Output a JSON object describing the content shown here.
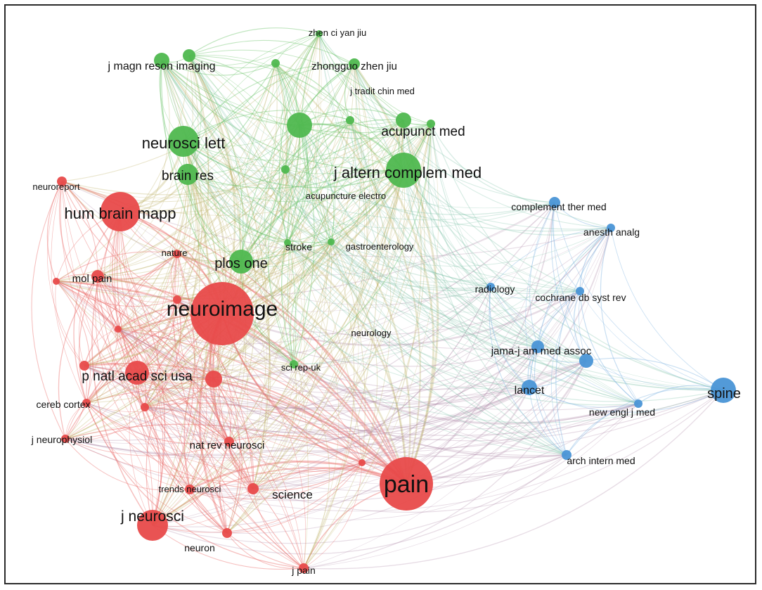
{
  "clusters": {
    "red": {
      "color": "#e84a4a",
      "edge": "#ea6a66"
    },
    "green": {
      "color": "#4fb84f",
      "edge": "#6cc46a"
    },
    "blue": {
      "color": "#4a95d6",
      "edge": "#7ab1e0"
    }
  },
  "nodes": [
    {
      "id": "neuroimage",
      "label": "neuroimage",
      "cluster": "red"
    },
    {
      "id": "pain",
      "label": "pain",
      "cluster": "red"
    },
    {
      "id": "hum_brain_mapp",
      "label": "hum brain mapp",
      "cluster": "red"
    },
    {
      "id": "p_natl_acad_sci_usa",
      "label": "p natl acad sci usa",
      "cluster": "red"
    },
    {
      "id": "j_neurosci",
      "label": "j neurosci",
      "cluster": "red"
    },
    {
      "id": "mol_pain",
      "label": "mol pain",
      "cluster": "red"
    },
    {
      "id": "neuroreport",
      "label": "neuroreport",
      "cluster": "red"
    },
    {
      "id": "nature",
      "label": "nature",
      "cluster": "red"
    },
    {
      "id": "cereb_cortex",
      "label": "cereb cortex",
      "cluster": "red"
    },
    {
      "id": "j_neurophysiol",
      "label": "j neurophysiol",
      "cluster": "red"
    },
    {
      "id": "nat_rev_neurosci",
      "label": "nat rev neurosci",
      "cluster": "red"
    },
    {
      "id": "trends_neurosci",
      "label": "trends neurosci",
      "cluster": "red"
    },
    {
      "id": "science",
      "label": "science",
      "cluster": "red"
    },
    {
      "id": "neuron",
      "label": "neuron",
      "cluster": "red"
    },
    {
      "id": "j_pain",
      "label": "j pain",
      "cluster": "red"
    },
    {
      "id": "neurology",
      "label": "neurology",
      "cluster": "red"
    },
    {
      "id": "r_extra1",
      "label": "",
      "cluster": "red"
    },
    {
      "id": "r_extra2",
      "label": "",
      "cluster": "red"
    },
    {
      "id": "r_extra3",
      "label": "",
      "cluster": "red"
    },
    {
      "id": "r_extra4",
      "label": "",
      "cluster": "red"
    },
    {
      "id": "r_extra5",
      "label": "",
      "cluster": "red"
    },
    {
      "id": "r_extra6",
      "label": "",
      "cluster": "red"
    },
    {
      "id": "j_magn_reson_imaging",
      "label": "j magn reson imaging",
      "cluster": "green"
    },
    {
      "id": "zhen_ci_yan_jiu",
      "label": "zhen ci yan jiu",
      "cluster": "green"
    },
    {
      "id": "zhongguo_zhen_jiu",
      "label": "zhongguo zhen jiu",
      "cluster": "green"
    },
    {
      "id": "j_tradit_chin_med",
      "label": "j tradit chin med",
      "cluster": "green"
    },
    {
      "id": "neurosci_lett",
      "label": "neurosci lett",
      "cluster": "green"
    },
    {
      "id": "brain_res",
      "label": "brain res",
      "cluster": "green"
    },
    {
      "id": "acupunct_med",
      "label": "acupunct med",
      "cluster": "green"
    },
    {
      "id": "j_altern_complem_med",
      "label": "j altern complem med",
      "cluster": "green"
    },
    {
      "id": "acupuncture_electro",
      "label": "acupuncture electro",
      "cluster": "green"
    },
    {
      "id": "plos_one",
      "label": "plos one",
      "cluster": "green"
    },
    {
      "id": "stroke",
      "label": "stroke",
      "cluster": "green"
    },
    {
      "id": "gastroenterology",
      "label": "gastroenterology",
      "cluster": "green"
    },
    {
      "id": "sci_rep_uk",
      "label": "sci rep-uk",
      "cluster": "green"
    },
    {
      "id": "g_extra1",
      "label": "",
      "cluster": "green"
    },
    {
      "id": "g_extra2",
      "label": "",
      "cluster": "green"
    },
    {
      "id": "g_extra3",
      "label": "",
      "cluster": "green"
    },
    {
      "id": "g_extra4",
      "label": "",
      "cluster": "green"
    },
    {
      "id": "complement_ther_med",
      "label": "complement ther med",
      "cluster": "blue"
    },
    {
      "id": "anesth_analg",
      "label": "anesth analg",
      "cluster": "blue"
    },
    {
      "id": "radiology",
      "label": "radiology",
      "cluster": "blue"
    },
    {
      "id": "cochrane_db_syst_rev",
      "label": "cochrane db syst rev",
      "cluster": "blue"
    },
    {
      "id": "jama",
      "label": "jama-j am med assoc",
      "cluster": "blue"
    },
    {
      "id": "lancet",
      "label": "lancet",
      "cluster": "blue"
    },
    {
      "id": "spine",
      "label": "spine",
      "cluster": "blue"
    },
    {
      "id": "new_engl_j_med",
      "label": "new engl j med",
      "cluster": "blue"
    },
    {
      "id": "arch_intern_med",
      "label": "arch intern med",
      "cluster": "blue"
    },
    {
      "id": "b_extra1",
      "label": "",
      "cluster": "blue"
    }
  ]
}
